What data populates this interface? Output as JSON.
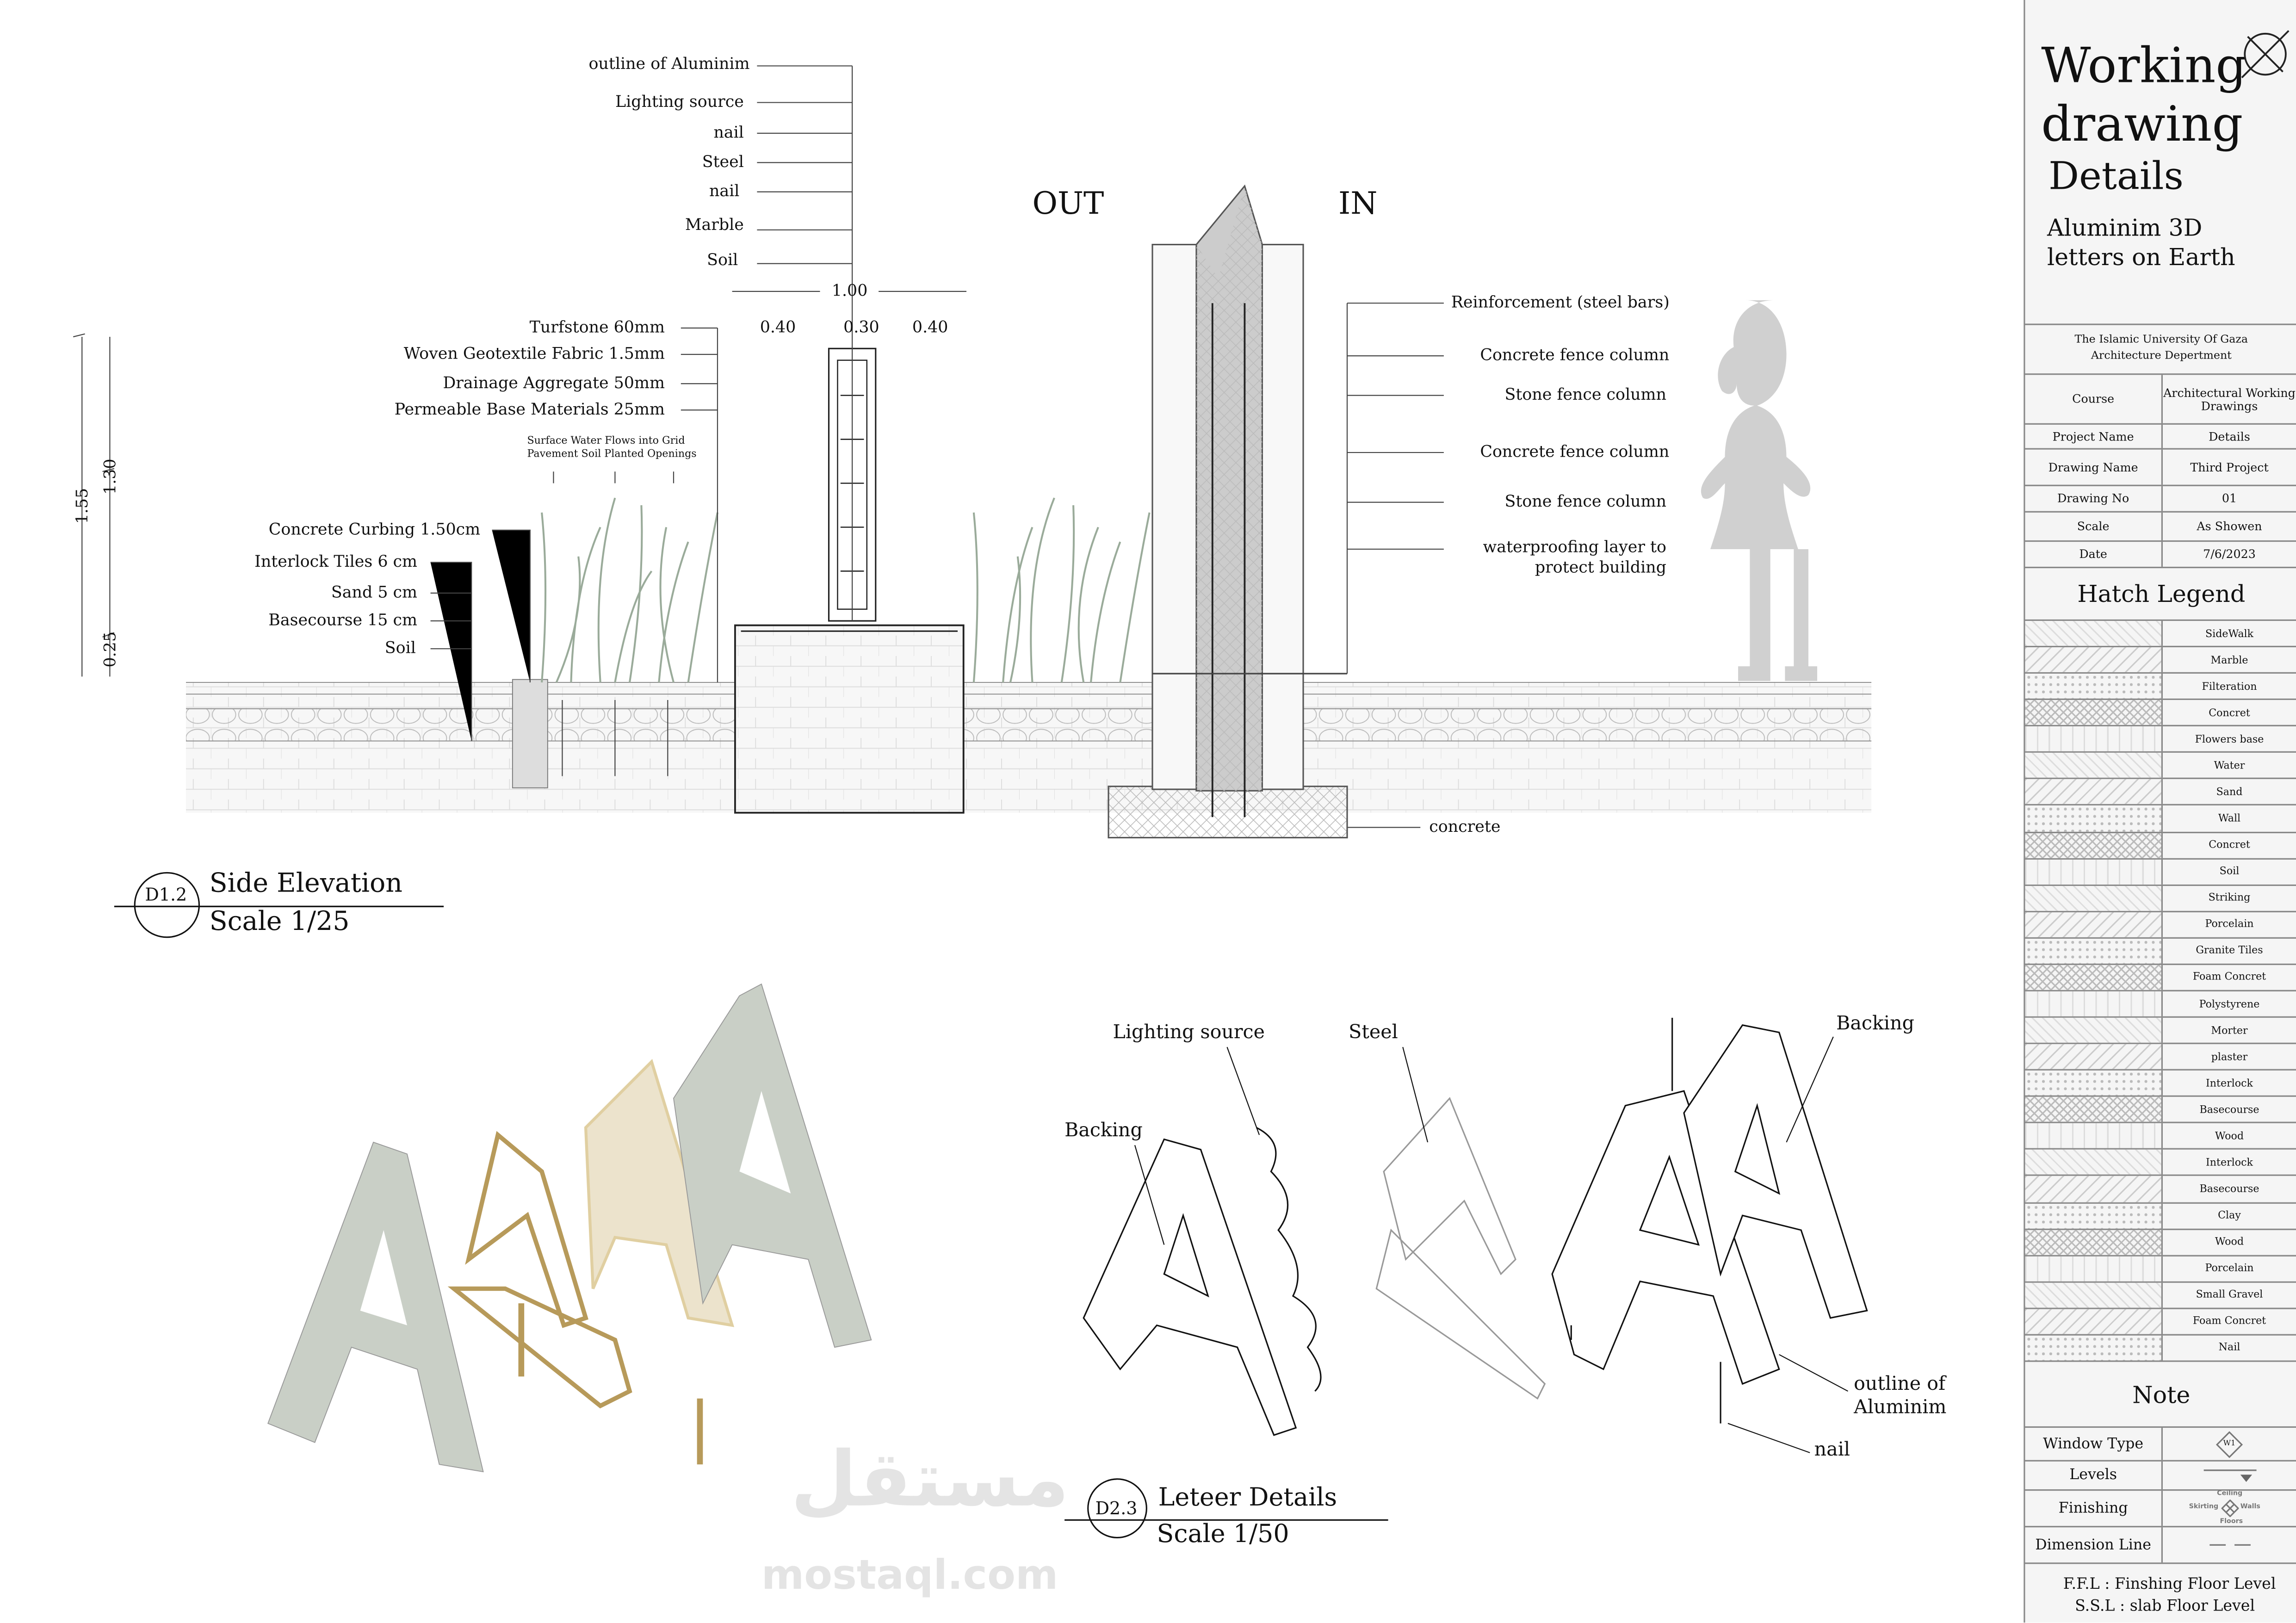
{
  "section": {
    "top_labels": [
      "outline of Aluminim",
      "Lighting source",
      "nail",
      "Steel",
      "nail",
      "Marble",
      "Soil"
    ],
    "dims": {
      "total": "1.00",
      "left": "0.40",
      "mid": "0.30",
      "right": "0.40",
      "h_total": "1.55",
      "h_upper": "1.30",
      "h_lower": "0.25"
    },
    "layer_labels": [
      "Turfstone 60mm",
      "Woven Geotextile Fabric 1.5mm",
      "Drainage Aggregate 50mm",
      "Permeable Base Materials 25mm"
    ],
    "surface_note": [
      "Surface Water Flows into Grid",
      "Pavement Soil Planted Openings"
    ],
    "ground_labels": [
      "Concrete Curbing 1.50cm",
      "Interlock Tiles 6 cm",
      "Sand 5 cm",
      "Basecourse 15 cm",
      "Soil"
    ],
    "out_label": "OUT",
    "in_label": "IN",
    "wall_labels": [
      "Reinforcement (steel bars)",
      "Concrete fence column",
      "Stone fence column",
      "Concrete fence column",
      "Stone fence column",
      "waterproofing layer to",
      "protect building",
      "concrete"
    ]
  },
  "d12": {
    "code": "D1.2",
    "title": "Side Elevation",
    "scale": "Scale 1/25"
  },
  "d23": {
    "code": "D2.3",
    "title": "Leteer Details",
    "scale": "Scale 1/50",
    "labels": {
      "lighting": "Lighting source",
      "steel": "Steel",
      "backing_left": "Backing",
      "backing_right": "Backing",
      "outline1": "outline of",
      "outline2": "Aluminim",
      "nail": "nail"
    }
  },
  "watermark": {
    "arabic": "مستقل",
    "latin": "mostaql.com"
  },
  "title_block": {
    "title1": "Working",
    "title2": "drawing",
    "title3": "Details",
    "subtitle1": "Aluminim 3D",
    "subtitle2": "letters on Earth",
    "university1": "The Islamic University Of Gaza",
    "university2": "Architecture Depertment",
    "info": [
      {
        "label": "Course",
        "value": "Architectural Working Drawings"
      },
      {
        "label": "Project Name",
        "value": "Details"
      },
      {
        "label": "Drawing Name",
        "value": "Third Project"
      },
      {
        "label": "Drawing No",
        "value": "01"
      },
      {
        "label": "Scale",
        "value": "As Showen"
      },
      {
        "label": "Date",
        "value": "7/6/2023"
      }
    ],
    "hatch_title": "Hatch Legend",
    "hatch": [
      "SideWalk",
      "Marble",
      "Filteration",
      "Concret",
      "Flowers base",
      "Water",
      "Sand",
      "Wall",
      "Concret",
      "Soil",
      "Striking",
      "Porcelain",
      "Granite Tiles",
      "Foam Concret",
      "Polystyrene",
      "Morter",
      "plaster",
      "Interlock",
      "Basecourse",
      "Wood",
      "Interlock",
      "Basecourse",
      "Clay",
      "Wood",
      "Porcelain",
      "Small Gravel",
      "Foam Concret",
      "Nail"
    ],
    "note_title": "Note",
    "notes": [
      {
        "label": "Window Type",
        "symbol": "W1"
      },
      {
        "label": "Levels"
      },
      {
        "label": "Finishing",
        "symbol_labels": [
          "Ceiling",
          "Skirting",
          "Walls",
          "Floors"
        ]
      },
      {
        "label": "Dimension Line"
      }
    ],
    "ffl": "F.F.L : Finshing Floor Level",
    "ssl": "S.S.L : slab Floor Level"
  },
  "colors": {
    "line": "#333333",
    "ground": "#f0f0f0",
    "plant": "#9aab9a",
    "letter": "#c9cfc6",
    "gold": "#b79a5a",
    "girl": "#cfcfcf"
  }
}
